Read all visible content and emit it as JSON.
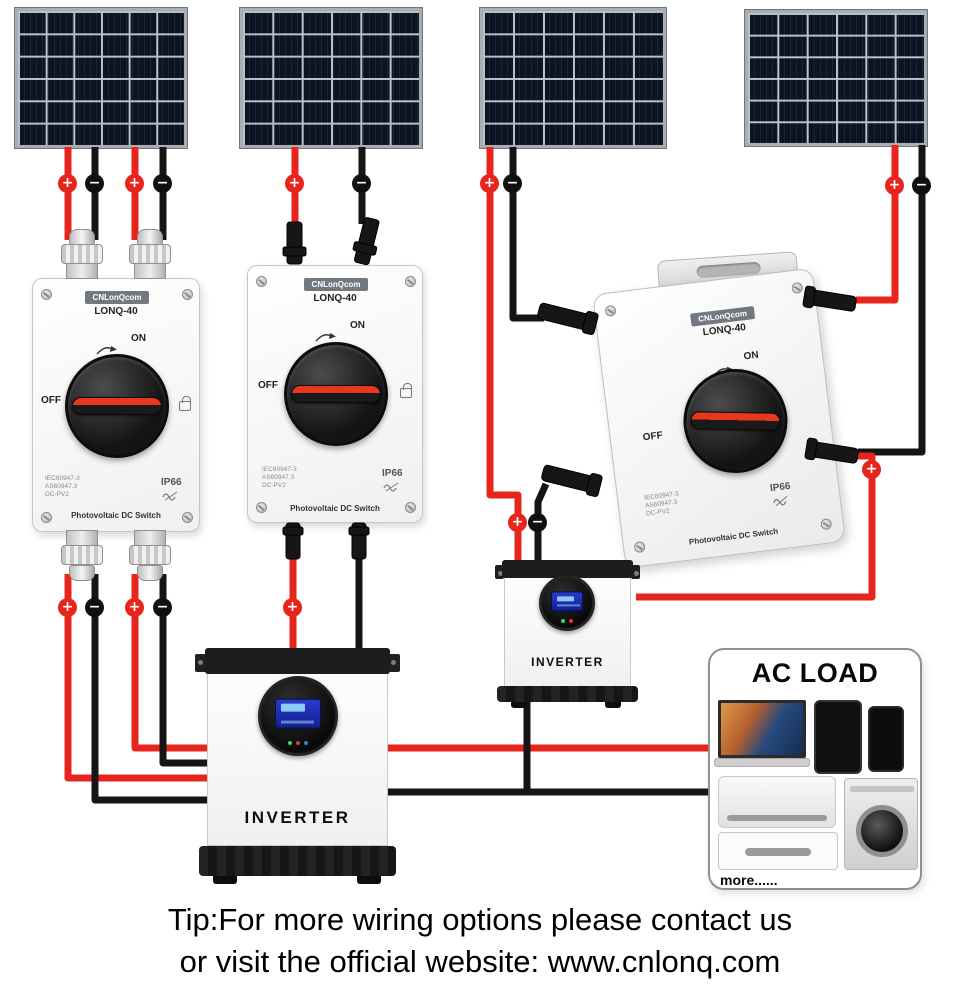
{
  "switch": {
    "brand": "CNLonQcom",
    "model": "LONQ-40",
    "on_label": "ON",
    "off_label": "OFF",
    "cert_line1": "IEC60947-3",
    "cert_line2": "AS60947.3",
    "cert_line3": "DC-PV2",
    "ip_rating": "IP66",
    "product_label": "Photovoltaic DC Switch"
  },
  "inverter": {
    "label": "INVERTER"
  },
  "ac_load": {
    "title": "AC LOAD",
    "more_label": "more......"
  },
  "connectors": {
    "plus": "+",
    "minus": "−"
  },
  "tip": {
    "line1": "Tip:For more wiring options please contact us",
    "line2": "or visit the official website: www.cnlonq.com"
  },
  "colors": {
    "wire_positive": "#e8251c",
    "wire_negative": "#151515",
    "switch_handle": "#e8371c",
    "lcd_blue": "#2230b5"
  }
}
